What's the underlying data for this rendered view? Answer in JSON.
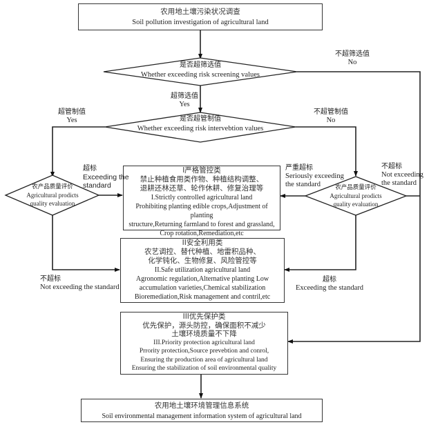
{
  "title": "Soil pollution management flowchart of agricultural land",
  "nodes": {
    "start": {
      "zh": "农用地土壤污染状况调查",
      "en": "Soil pollution investigation of agricultural land"
    },
    "screening_decision": {
      "zh": "是否超筛选值",
      "en": "Whether exceeding risk screening values"
    },
    "intervention_decision": {
      "zh": "是否超管制值",
      "en": "Whether exceeding risk intervebtion values"
    },
    "quality_eval_left": {
      "zh": "农产品质量评价",
      "en_line1": "Agricultural prodicts",
      "en_line2": "quality evaluation"
    },
    "quality_eval_right": {
      "zh": "农产品质量评价",
      "en_line1": "Agricultural prodicts",
      "en_line2": "quality evaluation"
    },
    "class_1": {
      "lines": [
        "I严格管控类",
        "禁止种植食用类作物、种植结构调整、",
        "退耕还林还草、轮作休耕、修复治理等",
        "I.Strictly controlled agricultural land",
        "Prohibiting planting edible crops,Adjustment of planting",
        "structure,Returning farmland to forest and grassland,",
        "Crop rotation,Remediation,etc"
      ]
    },
    "class_2": {
      "lines": [
        "II安全利用类",
        "农艺调控、替代种植、地雷积品种、",
        "化学钝化、生物修复、风险管控等",
        "II.Safe utilization agricultural land",
        "Agronomic regulation,Alternative planting Low",
        "accumulation varieties,Chemical stabilization",
        "Bioremediation,Risk management and contril,etc"
      ]
    },
    "class_3": {
      "lines": [
        "III优先保护类",
        "优先保护，源头防控，确保面积不减少",
        "土壤环境质量不下降",
        "III.Priority protection agricultural land",
        "Prrority protection,Source prevebtion and conrol,",
        "Ensuring thr production area of agricultural land",
        "Ensuring the stabilization of soil environmental quality"
      ]
    },
    "end": {
      "zh": "农用地土壤环境管理信息系统",
      "en": "Soil environmental management information system of agricultural land"
    }
  },
  "edge_labels": {
    "screen_no": {
      "zh": "不超筛选值",
      "en": "No"
    },
    "screen_yes": {
      "zh": "超筛选值",
      "en": "Yes"
    },
    "interv_yes": {
      "zh": "超管制值",
      "en": "Yes"
    },
    "interv_no": {
      "zh": "不超管制值",
      "en": "No"
    },
    "left_exceed": {
      "zh": "超标",
      "en1": "Exceeding the",
      "en2": "standard"
    },
    "left_not_exceed": {
      "zh": "不超标",
      "en": "Not exceeding the standard"
    },
    "right_serious": {
      "zh": "严重超标",
      "en1": "Seriously exceeding",
      "en2": "the standard"
    },
    "right_not_exceed": {
      "zh": "不超标",
      "en1": "Not exceeding",
      "en2": "the standard"
    },
    "right_exceed": {
      "zh": "超标",
      "en": "Exceeding the standard"
    }
  }
}
